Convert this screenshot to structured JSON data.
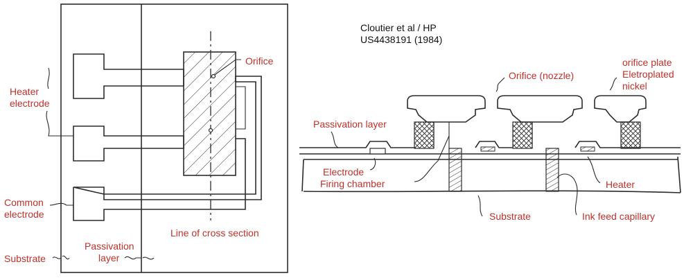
{
  "caption": {
    "line1": "Cloutier et al / HP",
    "line2": "US4438191 (1984)"
  },
  "top_view_labels": {
    "heater_electrode_1": "Heater",
    "heater_electrode_2": "electrode",
    "orifice": "Orifice",
    "common_electrode_1": "Common",
    "common_electrode_2": "electrode",
    "line_of_cross_section": "Line of cross section",
    "substrate": "Substrate",
    "passivation_layer_1": "Passivation",
    "passivation_layer_2": "layer"
  },
  "cross_section_labels": {
    "orifice_nozzle": "Orifice (nozzle)",
    "orifice_plate_1": "orifice plate",
    "orifice_plate_2": "Eletroplated",
    "orifice_plate_3": "nickel",
    "passivation_layer": "Passivation layer",
    "electrode": "Electrode",
    "firing_chamber": "Firing chamber",
    "heater": "Heater",
    "substrate": "Substrate",
    "ink_feed_capillary": "Ink feed capillary"
  },
  "colors": {
    "label": "#c0302a",
    "drawing": "#2b2b2b",
    "caption": "#111111"
  }
}
